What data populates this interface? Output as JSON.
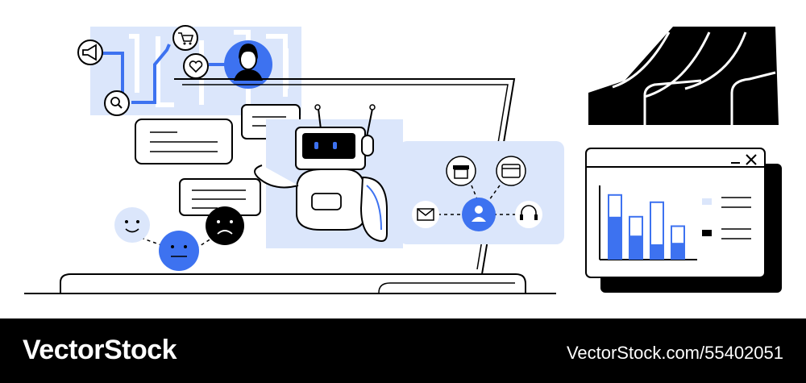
{
  "colors": {
    "accent_blue": "#3d72f0",
    "light_blue": "#dbe6fb",
    "ink": "#000000",
    "paper": "#ffffff",
    "chart_light_swatch": "#dbe6fb",
    "chart_dark_swatch": "#000000"
  },
  "illustration": {
    "icons": [
      "megaphone-icon",
      "search-icon",
      "shopping-cart-icon",
      "heart-icon",
      "woman-avatar-icon",
      "robot-icon",
      "store-icon",
      "browser-card-icon",
      "envelope-icon",
      "user-icon",
      "headset-icon",
      "happy-face-icon",
      "neutral-face-icon",
      "sad-face-icon",
      "close-icon",
      "minimize-icon"
    ],
    "bar_chart": {
      "bars": [
        {
          "total": 0.88,
          "filled": 0.58
        },
        {
          "total": 0.58,
          "filled": 0.32
        },
        {
          "total": 0.78,
          "filled": 0.2
        },
        {
          "total": 0.45,
          "filled": 0.22
        }
      ]
    }
  },
  "footer": {
    "brand": "VectorStock",
    "stock_id": "VectorStock.com/55402051"
  }
}
